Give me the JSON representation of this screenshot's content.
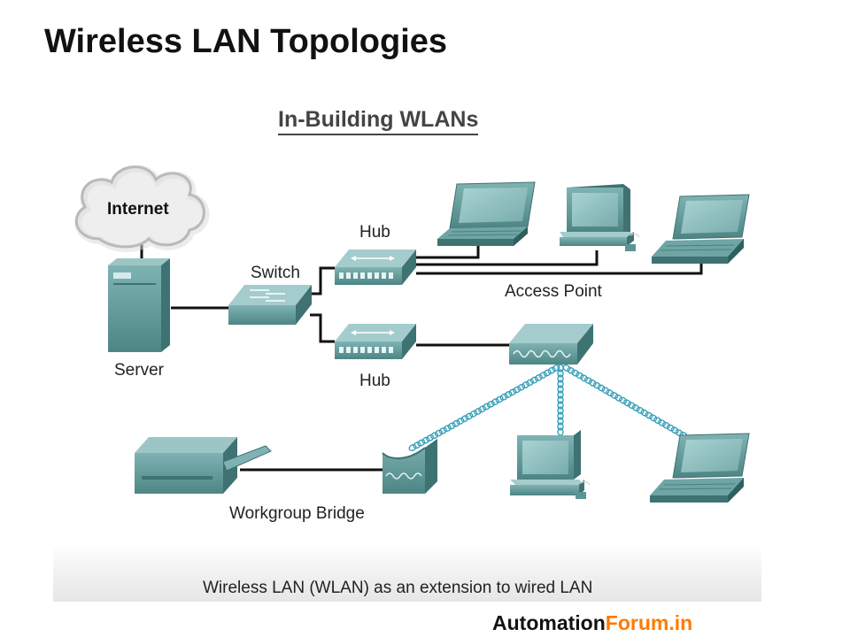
{
  "title": "Wireless LAN Topologies",
  "subtitle": "In-Building WLANs",
  "labels": {
    "internet": "Internet",
    "server": "Server",
    "switch": "Switch",
    "hub_top": "Hub",
    "hub_bottom": "Hub",
    "access_point": "Access Point",
    "workgroup_bridge": "Workgroup Bridge"
  },
  "caption": "Wireless LAN (WLAN) as an extension to wired LAN",
  "brand": {
    "part1": "Automation",
    "part2": "Forum.in",
    "accent": "#ff7a00"
  },
  "colors": {
    "device": "#5c9494",
    "device_dark": "#3f7272",
    "screen": "#8fc1c1",
    "wire": "#111111",
    "radio": "#3aa0b8"
  },
  "icons": [
    "cloud-icon",
    "server-icon",
    "switch-icon",
    "hub-icon",
    "access-point-icon",
    "laptop-icon",
    "desktop-icon",
    "printer-icon",
    "workgroup-bridge-icon",
    "radio-wave-icon"
  ]
}
